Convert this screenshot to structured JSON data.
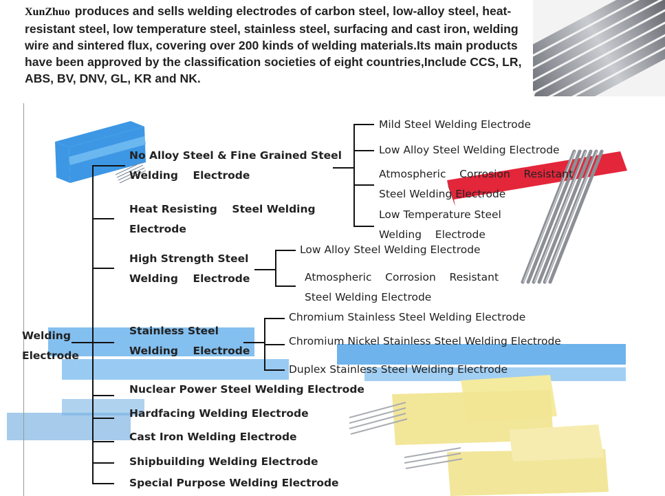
{
  "intro": {
    "brand": "XunZhuo",
    "text": " produces and sells welding electrodes of carbon steel, low-alloy steel, heat-resistant steel, low temperature steel, stainless steel, surfacing and cast iron, welding wire and sintered flux, covering over 200 kinds of welding materials.Its main products have been approved by the classification societies of eight countries,Include CCS, LR, ABS, BV, DNV, GL, KR and NK."
  },
  "root": {
    "line1": "Welding",
    "line2": "Electrode"
  },
  "categories": {
    "no_alloy": {
      "line1": "No Alloy Steel & Fine Grained Steel",
      "line2": "Welding    Electrode"
    },
    "heat": {
      "line1": "Heat Resisting    Steel Welding",
      "line2": "Electrode"
    },
    "high_strength": {
      "line1": "High Strength Steel",
      "line2": "Welding    Electrode"
    },
    "stainless": {
      "line1": "Stainless Steel",
      "line2": "Welding    Electrode"
    },
    "nuclear": "Nuclear Power Steel Welding Electrode",
    "hardfacing": "Hardfacing Welding Electrode",
    "cast_iron": "Cast Iron Welding Electrode",
    "shipbuilding": "Shipbuilding Welding Electrode",
    "special": "Special Purpose Welding Electrode"
  },
  "no_alloy_children": {
    "mild": "Mild Steel Welding Electrode",
    "low_alloy": "Low Alloy Steel Welding Electrode",
    "atmos_line1": "Atmospheric    Corrosion    Resistant",
    "atmos_line2": "Steel Welding Electrode",
    "lowtemp_line1": "Low Temperature Steel",
    "lowtemp_line2": "Welding    Electrode"
  },
  "high_strength_children": {
    "low_alloy": "Low Alloy Steel Welding Electrode",
    "atmos_line1": "Atmospheric    Corrosion    Resistant",
    "atmos_line2": "Steel Welding Electrode"
  },
  "stainless_children": {
    "chromium": "Chromium Stainless Steel Welding Electrode",
    "chromium_nickel": "Chromium Nickel Stainless Steel Welding Electrode",
    "duplex": "Duplex Stainless Steel Welding Electrode"
  },
  "colors": {
    "blue_box": "#4aa3e8",
    "red_box": "#e0283c",
    "yellow_box": "#f3e9a0",
    "rod_gray": "#8e9096"
  }
}
